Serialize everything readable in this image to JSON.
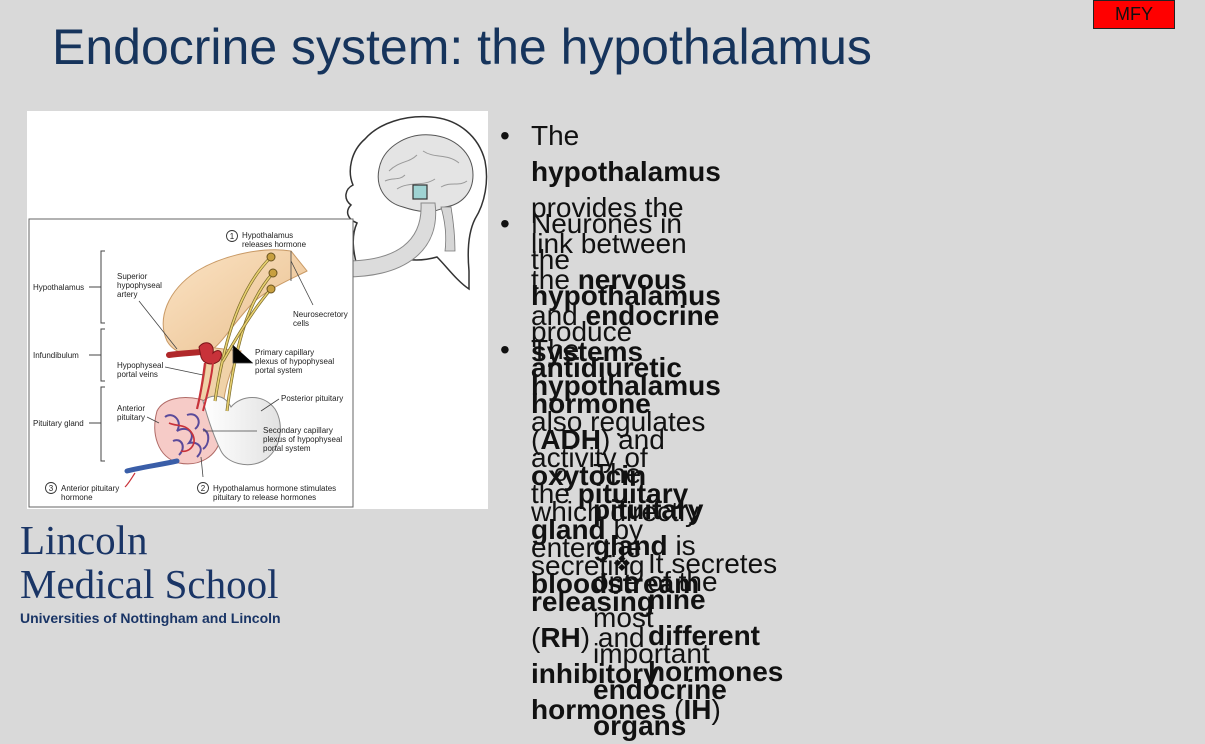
{
  "slide": {
    "title": "Endocrine system: the hypothalamus",
    "badge": "MFY",
    "colors": {
      "background": "#d9d9d9",
      "title": "#16345c",
      "badge": "#ff0000",
      "logo": "#1a3566"
    }
  },
  "figure": {
    "labels": {
      "step1_num": "1",
      "step1_line1": "Hypothalamus",
      "step1_line2": "releases hormone",
      "hypothalamus": "Hypothalamus",
      "infundibulum": "Infundibulum",
      "pituitary_gland": "Pituitary gland",
      "superior_line1": "Superior",
      "superior_line2": "hypophyseal",
      "superior_line3": "artery",
      "neuro_line1": "Neurosecretory",
      "neuro_line2": "cells",
      "portal_veins_line1": "Hypophyseal",
      "portal_veins_line2": "portal veins",
      "primary_line1": "Primary capillary",
      "primary_line2": "plexus of hypophyseal",
      "primary_line3": "portal system",
      "anterior_line1": "Anterior",
      "anterior_line2": "pituitary",
      "posterior": "Posterior pituitary",
      "secondary_line1": "Secondary capillary",
      "secondary_line2": "plexus of hypophyseal",
      "secondary_line3": "portal system",
      "step3_num": "3",
      "step3_line1": "Anterior pituitary",
      "step3_line2": "hormone",
      "step2_num": "2",
      "step2_line1": "Hypothalamus hormone stimulates",
      "step2_line2": "pituitary to release hormones"
    }
  },
  "bullets": {
    "b1": {
      "marker": "•",
      "t1": "The ",
      "t2": "hypothalamus",
      "t3": " provides the link between",
      "t4": "the ",
      "t5": "nervous",
      "t6": " and ",
      "t7": "endocrine systems"
    },
    "b2": {
      "marker": "•",
      "t1": "Neurones in the ",
      "t2": "hypothalamus",
      "t3": " produce",
      "t4": "antidiuretic hormone",
      "t5": " (",
      "t6": "ADH",
      "t7": ") and ",
      "t8": "oxytocin",
      "t9": "which directly enter the ",
      "t10": "bloodstream"
    },
    "b3": {
      "marker": "•",
      "t1": "The ",
      "t2": "hypothalamus",
      "t3": " also regulates activity of",
      "t4": "the ",
      "t5": "pituitary gland",
      "t6": " by secreting ",
      "t7": "releasing",
      "t8": "(",
      "t9": "RH",
      "t10": ") and ",
      "t11": "inhibitory hormones",
      "t12": " (",
      "t13": "IH",
      "t14": ")"
    },
    "b4": {
      "marker": "o",
      "t1": "The ",
      "t2": "pituitary gland",
      "t3": " is one of the most",
      "t4": "important ",
      "t5": "endocrine organs"
    },
    "b5": {
      "marker": "❖",
      "t1": "It secretes ",
      "t2": "nine different hormones"
    }
  },
  "logo": {
    "line1": "Lincoln",
    "line2": "Medical School",
    "line3": "Universities of Nottingham and Lincoln"
  }
}
